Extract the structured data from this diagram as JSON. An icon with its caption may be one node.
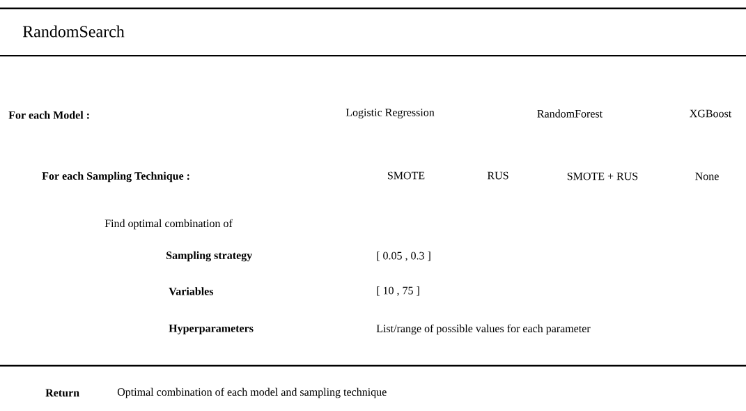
{
  "diagram": {
    "title": "RandomSearch",
    "labels": [
      "For each Model :",
      "Logistic Regression",
      "RandomForest",
      "XGBoost",
      "For each Sampling Technique :",
      "SMOTE",
      "RUS",
      "SMOTE + RUS",
      "None",
      "Find optimal combination of",
      "Sampling strategy",
      "[ 0.05 , 0.3 ]",
      "Variables",
      "[ 10 , 75 ]",
      "Hyperparameters",
      "List/range of possible values for each parameter",
      "Return",
      "Optimal combination of each model and sampling technique"
    ]
  }
}
